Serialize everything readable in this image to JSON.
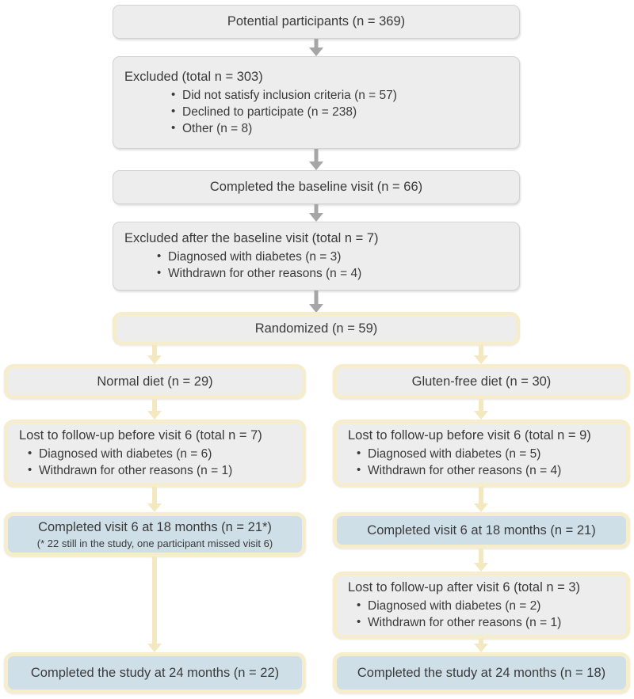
{
  "diagram": {
    "type": "consort-flow-diagram",
    "colors": {
      "grey_fill": "#ededed",
      "grey_border": "#d2d2d2",
      "grey_arrow": "#a6a6a6",
      "cream_frame": "#f5edcb",
      "cream_arrow": "#f4e8c0",
      "blue_fill": "#cfdfe8",
      "text": "#3a3a3a"
    },
    "nodes": {
      "potential": {
        "title": "Potential participants (n = 369)"
      },
      "excluded_pre": {
        "title": "Excluded (total n = 303)",
        "bullets": [
          "Did not satisfy inclusion criteria (n = 57)",
          "Declined to participate (n = 238)",
          "Other (n = 8)"
        ]
      },
      "baseline": {
        "title": "Completed the baseline visit (n = 66)"
      },
      "excluded_post": {
        "title": "Excluded after the baseline visit (total n = 7)",
        "bullets": [
          "Diagnosed with diabetes (n = 3)",
          "Withdrawn for other reasons (n = 4)"
        ]
      },
      "randomized": {
        "title": "Randomized (n = 59)"
      },
      "arm_left": {
        "title": "Normal diet (n = 29)"
      },
      "arm_right": {
        "title": "Gluten-free diet (n = 30)"
      },
      "lost_before_left": {
        "title": "Lost to follow-up before visit 6 (total n = 7)",
        "bullets": [
          "Diagnosed with diabetes (n = 6)",
          "Withdrawn for other reasons (n = 1)"
        ]
      },
      "lost_before_right": {
        "title": "Lost to follow-up before visit 6 (total n = 9)",
        "bullets": [
          "Diagnosed with diabetes (n = 5)",
          "Withdrawn for other reasons (n = 4)"
        ]
      },
      "visit6_left": {
        "title": "Completed visit 6 at 18 months (n = 21*)",
        "footnote": "(* 22 still in the study, one participant missed visit 6)"
      },
      "visit6_right": {
        "title": "Completed visit 6 at 18 months (n = 21)"
      },
      "lost_after_right": {
        "title": "Lost to follow-up after visit 6 (total n = 3)",
        "bullets": [
          "Diagnosed with diabetes (n = 2)",
          "Withdrawn for other reasons (n = 1)"
        ]
      },
      "completed_left": {
        "title": "Completed the study at 24 months (n = 22)"
      },
      "completed_right": {
        "title": "Completed the study at 24 months (n = 18)"
      }
    }
  }
}
